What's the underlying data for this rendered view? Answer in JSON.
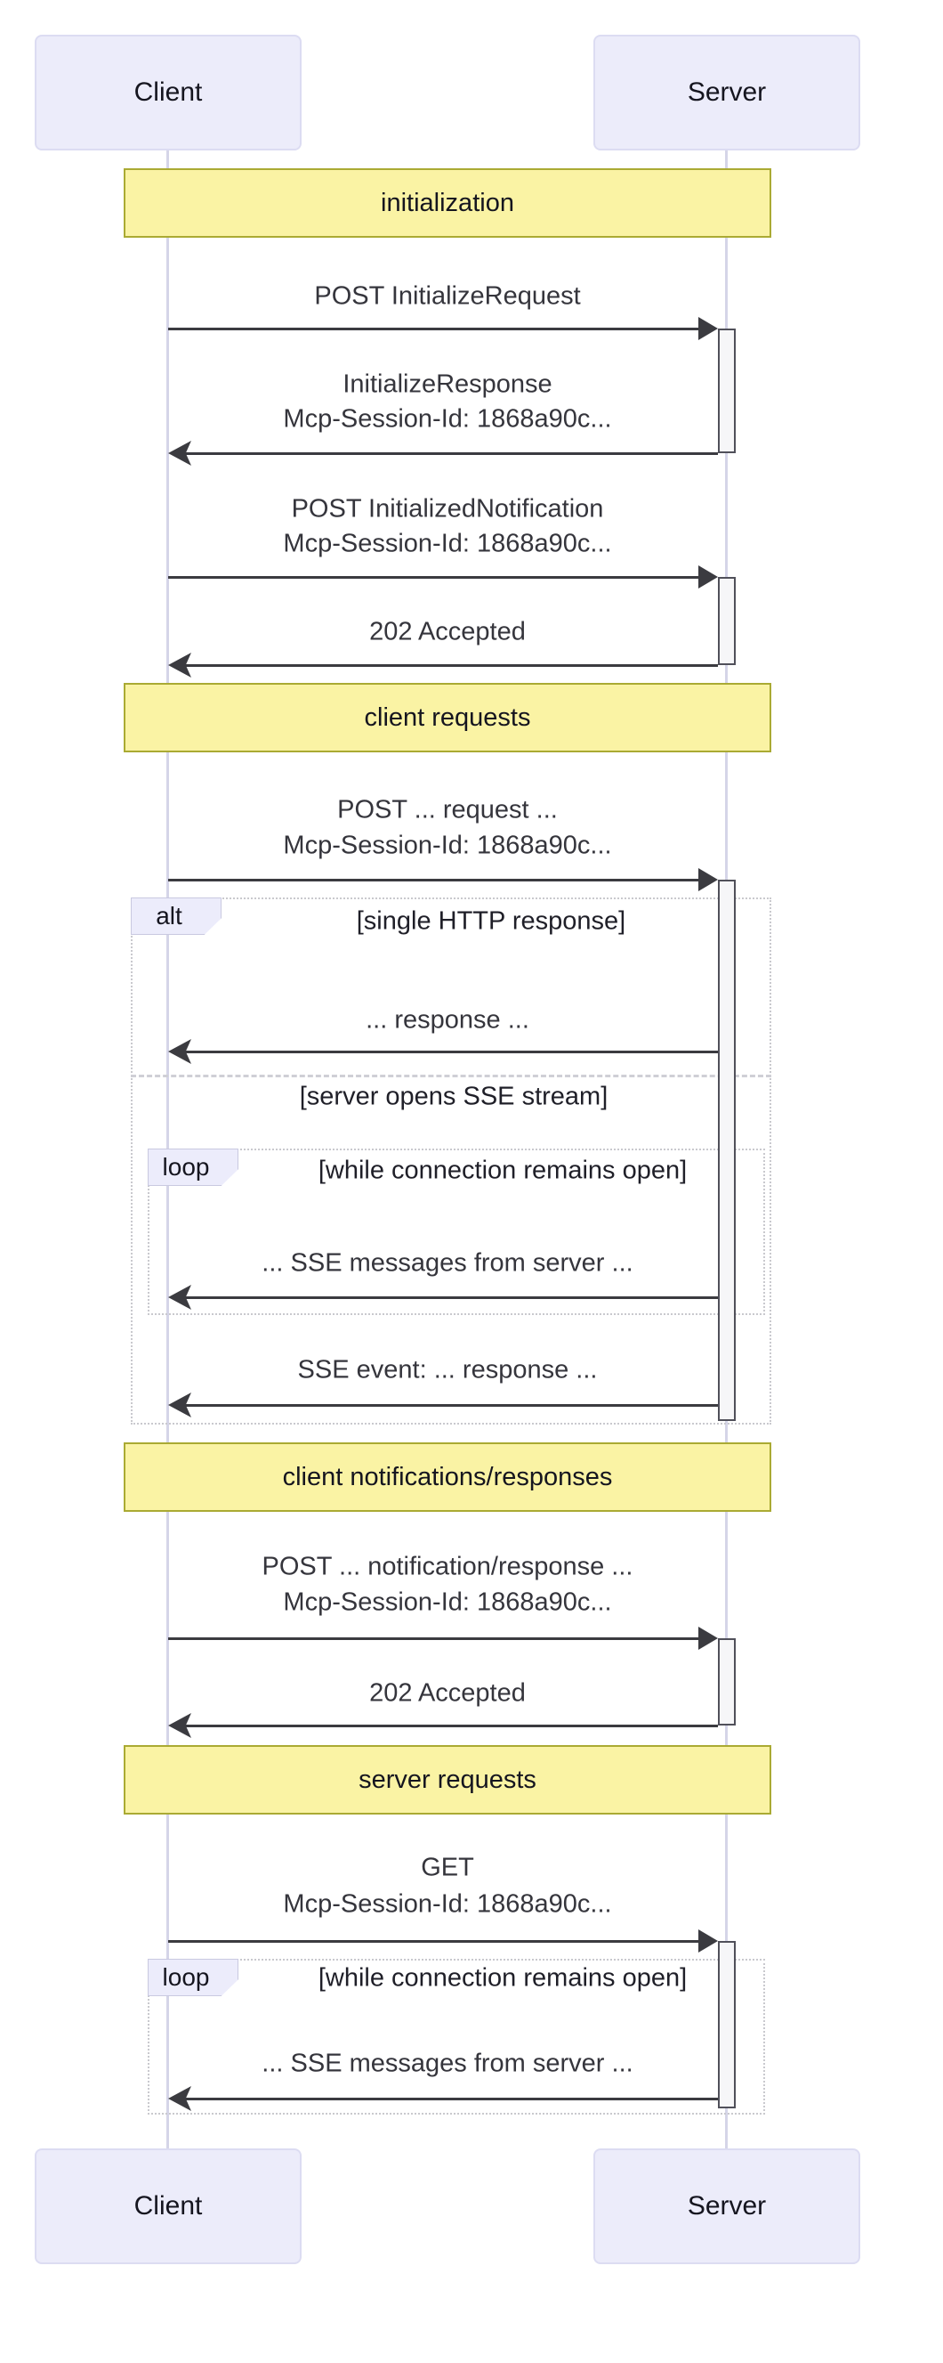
{
  "actors": {
    "client_top": "Client",
    "server_top": "Server",
    "client_bottom": "Client",
    "server_bottom": "Server"
  },
  "sections": {
    "initialization": "initialization",
    "client_requests": "client requests",
    "client_notifications": "client notifications/responses",
    "server_requests": "server requests"
  },
  "frames": {
    "alt": {
      "label": "alt",
      "guard_single_response": "[single HTTP response]",
      "guard_sse_stream": "[server opens SSE stream]"
    },
    "loop_sse": {
      "label": "loop",
      "guard": "[while connection remains open]"
    },
    "loop_get": {
      "label": "loop",
      "guard": "[while connection remains open]"
    }
  },
  "messages": [
    {
      "direction": "right",
      "lines": [
        "POST InitializeRequest"
      ]
    },
    {
      "direction": "left",
      "lines": [
        "InitializeResponse",
        "Mcp-Session-Id: 1868a90c..."
      ]
    },
    {
      "direction": "right",
      "lines": [
        "POST InitializedNotification",
        "Mcp-Session-Id: 1868a90c..."
      ]
    },
    {
      "direction": "left",
      "lines": [
        "202 Accepted"
      ]
    },
    {
      "direction": "right",
      "lines": [
        "POST ... request ...",
        "Mcp-Session-Id: 1868a90c..."
      ]
    },
    {
      "direction": "left",
      "lines": [
        "... response ..."
      ]
    },
    {
      "direction": "left",
      "lines": [
        "... SSE messages from server ..."
      ]
    },
    {
      "direction": "left",
      "lines": [
        "SSE event: ... response ..."
      ]
    },
    {
      "direction": "right",
      "lines": [
        "POST ... notification/response ...",
        "Mcp-Session-Id: 1868a90c..."
      ]
    },
    {
      "direction": "left",
      "lines": [
        "202 Accepted"
      ]
    },
    {
      "direction": "right",
      "lines": [
        "GET",
        "Mcp-Session-Id: 1868a90c..."
      ]
    },
    {
      "direction": "left",
      "lines": [
        "... SSE messages from server ..."
      ]
    }
  ],
  "colors": {
    "background": "#ffffff",
    "actor_fill": "#ececfa",
    "actor_border": "#dcdcf2",
    "section_fill": "#faf3a4",
    "section_border": "#aaaa33",
    "frame_label_fill": "#ececfb",
    "frame_border": "#c9c9ce",
    "lifeline": "#d5d5e8",
    "arrow": "#3b3b40",
    "activation_fill": "#f6f6f8",
    "activation_border": "#50505a",
    "text": "#15151f"
  }
}
